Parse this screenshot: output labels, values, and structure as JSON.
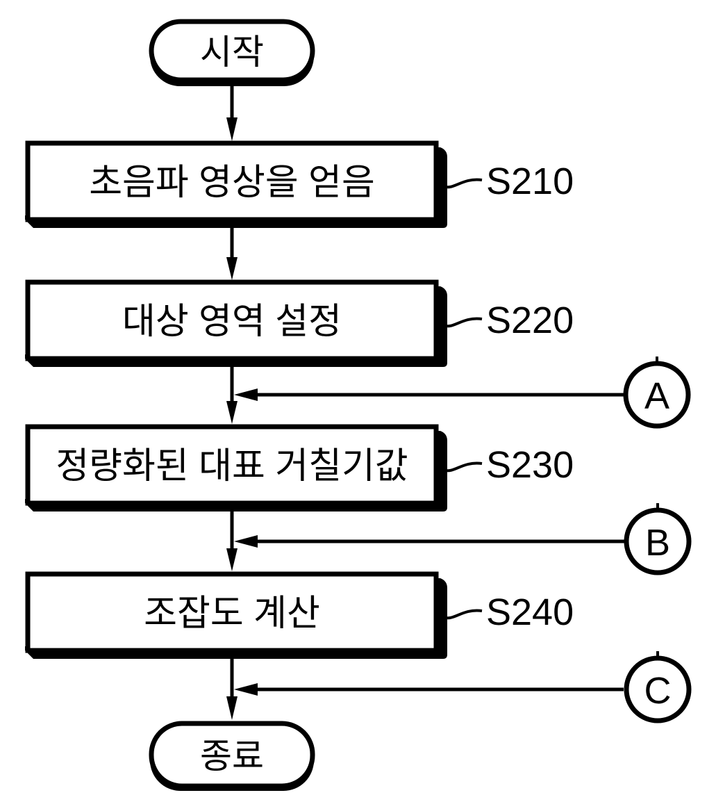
{
  "flowchart": {
    "start": {
      "label": "시작"
    },
    "end": {
      "label": "종료"
    },
    "steps": [
      {
        "label": "초음파 영상을 얻음",
        "tag": "S210"
      },
      {
        "label": "대상 영역 설정",
        "tag": "S220"
      },
      {
        "label": "정량화된 대표 거칠기값",
        "tag": "S230"
      },
      {
        "label": "조잡도 계산",
        "tag": "S240"
      }
    ],
    "offpage_connectors": [
      {
        "label": "A"
      },
      {
        "label": "B"
      },
      {
        "label": "C"
      }
    ],
    "colors": {
      "line": "#000000",
      "background": "#ffffff",
      "node_fill": "#ffffff"
    }
  }
}
